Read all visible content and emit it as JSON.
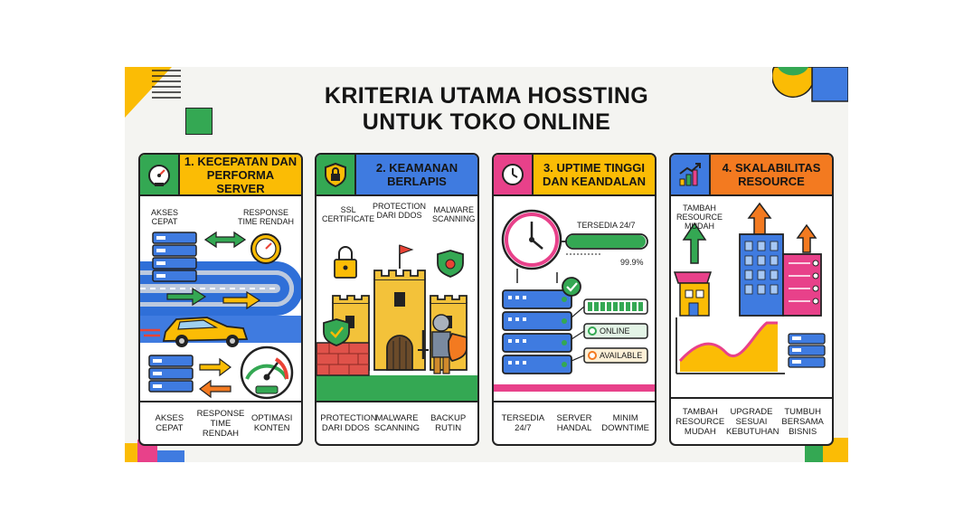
{
  "title": {
    "line1": "KRITERIA UTAMA HOSSTING",
    "line2": "UNTUK TOKO ONLINE"
  },
  "colors": {
    "blue": "#3f7be0",
    "green": "#34a853",
    "yellow": "#fbbc05",
    "red": "#ea4335",
    "orange": "#f37a20",
    "pink": "#e8418a"
  },
  "cards": [
    {
      "title": "1. KECEPATAN DAN PERFORMA SERVER",
      "icon": "speedometer-icon",
      "labels": {
        "left": "AKSES\nCEPAT",
        "right": "RESPONSE\nTIME RENDAH"
      },
      "footer": [
        "AKSES\nCEPAT",
        "RESPONSE\nTIME RENDAH",
        "OPTIMASI\nKONTEN"
      ]
    },
    {
      "title": "2. KEAMANAN BERLAPIS",
      "icon": "shield-lock-icon",
      "labels": {
        "a": "SSL\nCERTIFICATE",
        "b": "PROTECTION\nDARI DDOS",
        "c": "MALWARE\nSCANNING"
      },
      "footer": [
        "PROTECTION\nDARI DDOS",
        "MALWARE\nSCANNING",
        "BACKUP\nRUTIN"
      ]
    },
    {
      "title": "3. UPTIME TINGGI DAN KEANDALAN",
      "icon": "clock-icon",
      "labels": {
        "availability": "TERSEDIA 24/7",
        "percent": "99.9%"
      },
      "status": [
        "ONLINE",
        "AVAILABLE"
      ],
      "footer": [
        "TERSEDIA\n24/7",
        "SERVER\nHANDAL",
        "MINIM\nDOWNTIME"
      ]
    },
    {
      "title": "4. SKALABILITAS RESOURCE",
      "icon": "growth-chart-icon",
      "labels": {
        "resource": "TAMBAH\nRESOURCE\nMUDAH"
      },
      "footer": [
        "TAMBAH\nRESOURCE\nMUDAH",
        "UPGRADE\nSESUAI\nKEBUTUHAN",
        "TUMBUH\nBERSAMA\nBISNIS"
      ]
    }
  ]
}
